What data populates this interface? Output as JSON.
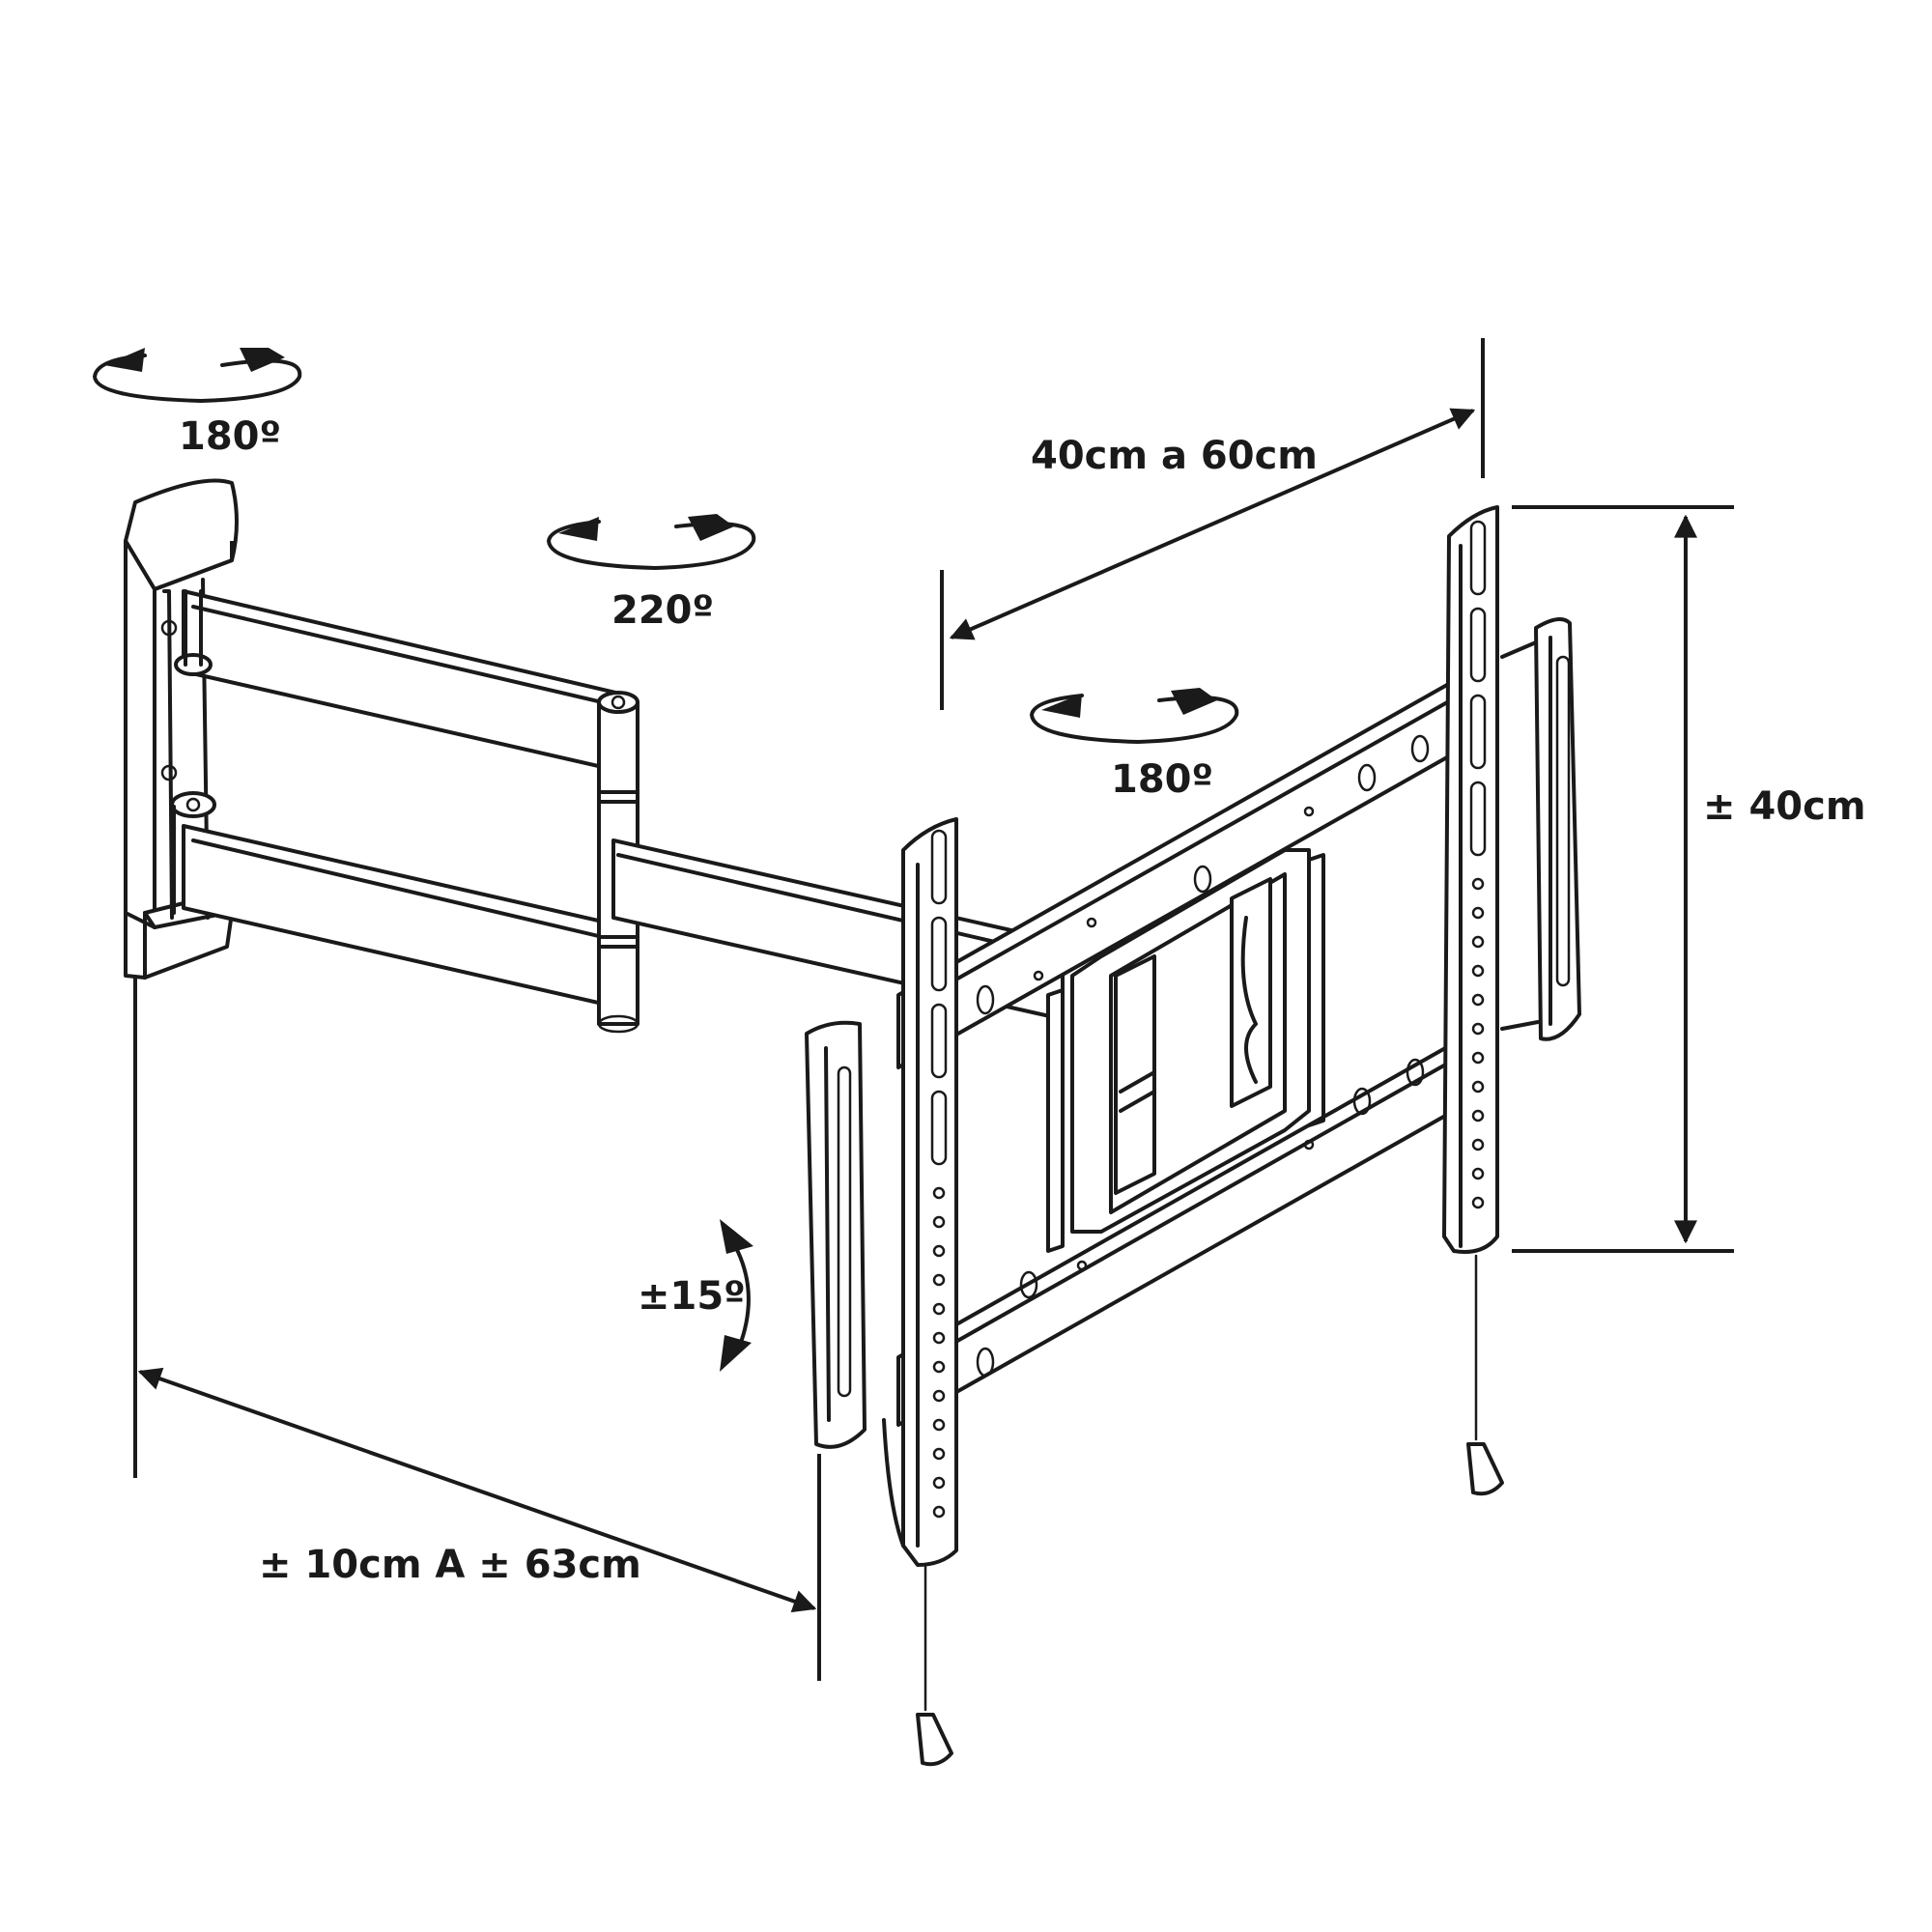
{
  "labels": {
    "wall_swivel": "180º",
    "arm_swivel": "220º",
    "plate_swivel": "180º",
    "vesa_width": "40cm a 60cm",
    "vesa_height": "± 40cm",
    "tilt": "±15º",
    "extension": "± 10cm A ± 63cm"
  },
  "colors": {
    "line": "#1a1a1a",
    "background": "#ffffff"
  }
}
